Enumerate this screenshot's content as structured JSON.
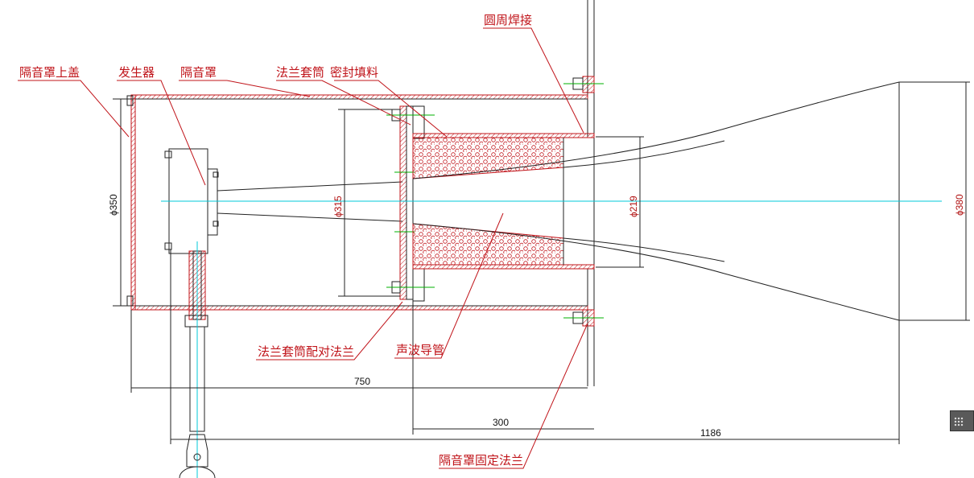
{
  "labels": {
    "cover_lid": "隔音罩上盖",
    "generator": "发生器",
    "cover": "隔音罩",
    "flange_sleeve": "法兰套筒",
    "sealing_filler": "密封填料",
    "circ_weld": "圆周焊接",
    "flange_pair": "法兰套筒配对法兰",
    "wave_guide": "声波导管",
    "fixed_flange": "隔音罩固定法兰"
  },
  "dimensions": {
    "d350": "ɸ350",
    "d315": "ɸ315",
    "d219": "ɸ219",
    "d380": "ɸ380",
    "len750": "750",
    "len300": "300",
    "len1186": "1186"
  },
  "colors": {
    "line": "#222222",
    "label": "#c0141a",
    "centerline": "#00c8d8",
    "foam": "#c0141a"
  }
}
